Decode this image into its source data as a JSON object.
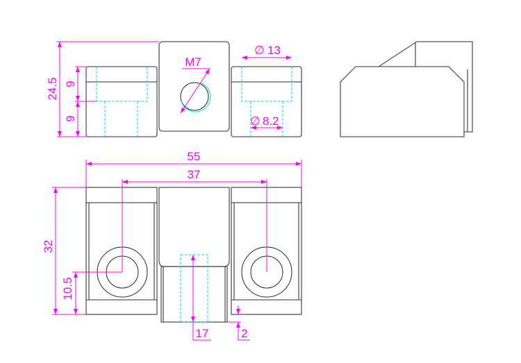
{
  "dimensions": {
    "overall_height": "24.5",
    "upper_height": "9",
    "lower_height": "9",
    "thread": "M7",
    "counterbore_dia": "13",
    "hole_dia": "8.2",
    "overall_width": "55",
    "hole_spacing": "37",
    "overall_depth": "32",
    "hole_offset": "10.5",
    "center_width": "17",
    "step": "2",
    "diameter_symbol": "∅"
  },
  "colors": {
    "dimension": "#ff00ff",
    "hidden": "#00d8e8",
    "outline": "#555555"
  }
}
